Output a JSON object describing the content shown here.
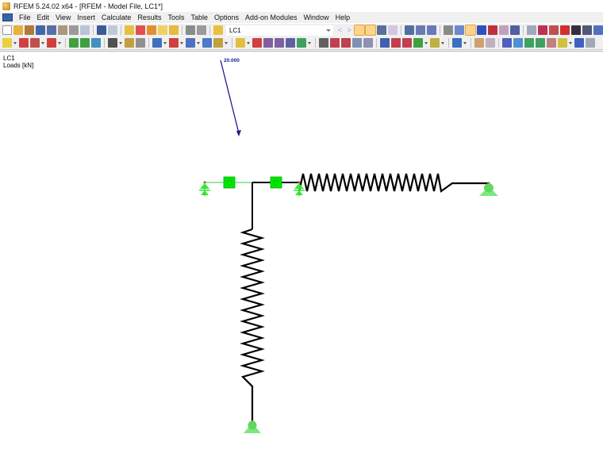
{
  "window": {
    "title": "RFEM 5.24.02 x64 - [RFEM - Model File, LC1*]"
  },
  "menubar": {
    "items": [
      "File",
      "Edit",
      "View",
      "Insert",
      "Calculate",
      "Results",
      "Tools",
      "Table",
      "Options",
      "Add-on Modules",
      "Window",
      "Help"
    ]
  },
  "toolbar": {
    "load_case_combo": {
      "value": "LC1"
    },
    "nav_prev": "<",
    "nav_next": ">"
  },
  "canvas": {
    "load_case": "LC1",
    "load_label": "Loads [kN]",
    "load_value": "20.000",
    "colors": {
      "member": "#000000",
      "support": "#33e633",
      "support_light": "#7ee87e",
      "hinge_box": "#00e600",
      "load_arrow": "#1a1a8c",
      "thin_member": "#33cc33"
    }
  }
}
